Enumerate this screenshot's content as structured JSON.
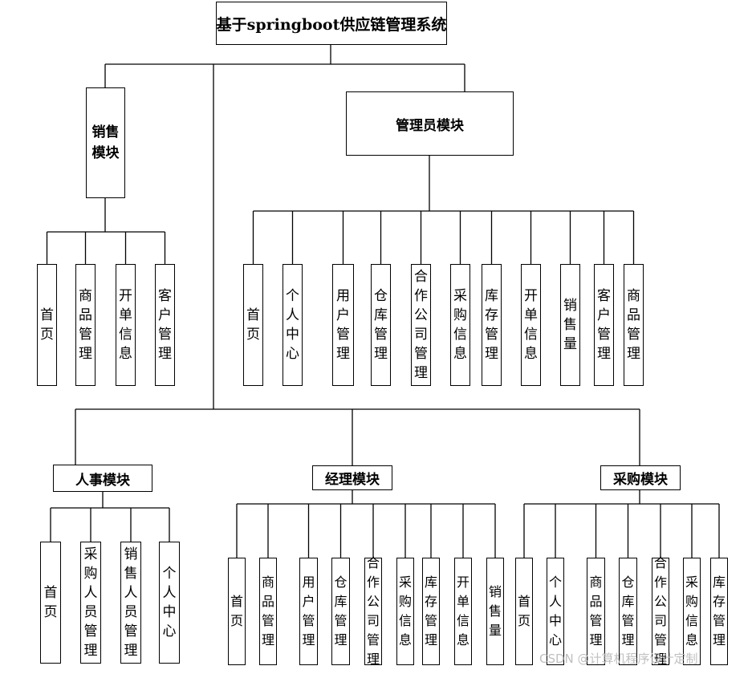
{
  "root": {
    "label": "基于springboot供应链管理系统"
  },
  "sales_module": {
    "label": "销售模块",
    "children": [
      "首页",
      "商品管理",
      "开单信息",
      "客户管理"
    ]
  },
  "admin_module": {
    "label": "管理员模块",
    "children": [
      "首页",
      "个人中心",
      "用户管理",
      "仓库管理",
      "合作公司管理",
      "采购信息",
      "库存管理",
      "开单信息",
      "销售量",
      "客户管理",
      "商品管理"
    ]
  },
  "hr_module": {
    "label": "人事模块",
    "children": [
      "首页",
      "采购人员管理",
      "销售人员管理",
      "个人中心"
    ]
  },
  "manager_module": {
    "label": "经理模块",
    "children": [
      "首页",
      "商品管理",
      "用户管理",
      "仓库管理",
      "合作公司管理",
      "采购信息",
      "库存管理",
      "开单信息",
      "销售量"
    ]
  },
  "purchase_module": {
    "label": "采购模块",
    "children": [
      "首页",
      "个人中心",
      "商品管理",
      "仓库管理",
      "合作公司管理",
      "采购信息",
      "库存管理"
    ]
  },
  "watermark": "CSDN @计算机程序设计定制"
}
